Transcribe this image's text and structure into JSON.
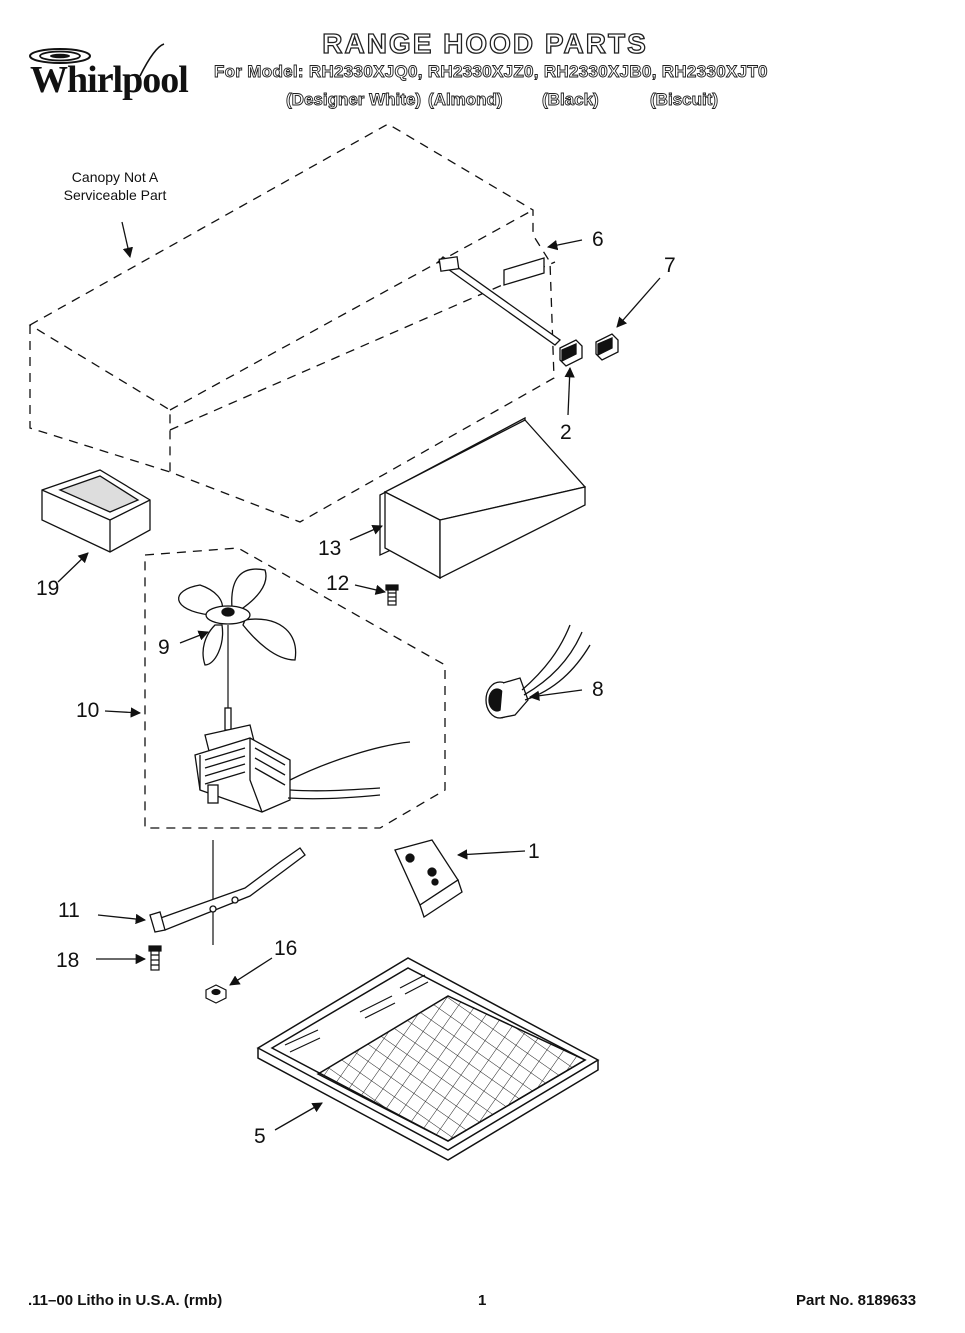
{
  "header": {
    "brand": "Whirlpool",
    "title": "RANGE HOOD PARTS",
    "model_line": "For Model: RH2330XJQ0, RH2330XJZ0, RH2330XJB0, RH2330XJT0",
    "colors": [
      "(Designer White)",
      "(Almond)",
      "(Black)",
      "(Biscuit)"
    ]
  },
  "diagram": {
    "canopy_note_line1": "Canopy Not A",
    "canopy_note_line2": "Serviceable Part",
    "callouts": [
      "6",
      "7",
      "2",
      "13",
      "12",
      "19",
      "9",
      "8",
      "10",
      "1",
      "11",
      "16",
      "18",
      "5"
    ]
  },
  "footer": {
    "litho": ".11–00 Litho in U.S.A. (rmb)",
    "page": "1",
    "part_no": "Part No. 8189633"
  }
}
